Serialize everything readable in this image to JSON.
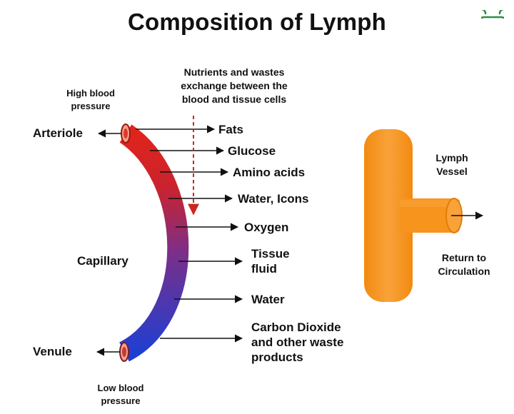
{
  "title": "Composition of Lymph",
  "labels": {
    "high_pressure": [
      "High blood",
      "pressure"
    ],
    "low_pressure": [
      "Low blood",
      "pressure"
    ],
    "arteriole": "Arteriole",
    "venule": "Venule",
    "capillary": "Capillary",
    "exchange_note": [
      "Nutrients and wastes",
      "exchange between the",
      "blood and tissue cells"
    ],
    "lymph_vessel": [
      "Lymph",
      "Vessel"
    ],
    "return": [
      "Return to",
      "Circulation"
    ]
  },
  "items": [
    [
      "Fats"
    ],
    [
      "Glucose"
    ],
    [
      "Amino acids"
    ],
    [
      "Water, Icons"
    ],
    [
      "Oxygen"
    ],
    [
      "Tissue",
      "fluid"
    ],
    [
      "Water"
    ],
    [
      "Carbon Dioxide",
      "and other waste",
      "products"
    ]
  ],
  "colors": {
    "artery_red": "#e0241b",
    "vein_blue": "#1f3fd1",
    "lymph_orange": "#f7941d",
    "logo_green": "#2f8d46",
    "arrow": "#111111",
    "dashed_arrow": "#c8281f"
  },
  "icons": {
    "logo": "geeksforgeeks-logo"
  }
}
